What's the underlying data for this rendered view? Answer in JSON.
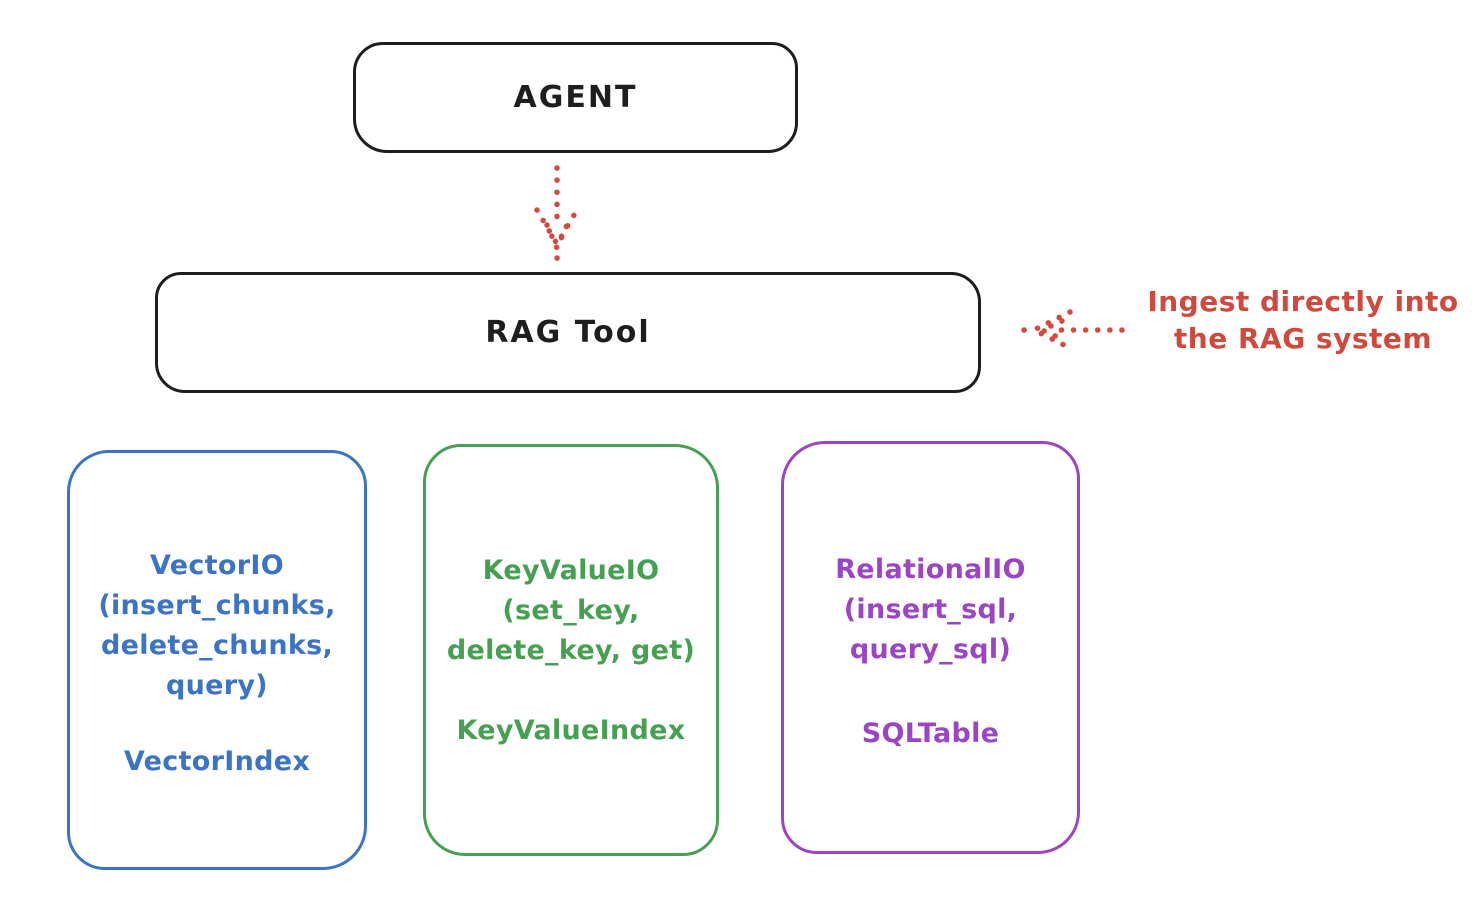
{
  "diagram": {
    "background": "#ffffff",
    "ink_color": "#1e1e1e",
    "accent_red": "#cf4a3d",
    "agent": {
      "label": "AGENT"
    },
    "rag_tool": {
      "label": "RAG Tool"
    },
    "annotation": {
      "lines": [
        "Ingest directly into",
        "the RAG system"
      ],
      "color": "#cf4a3d"
    },
    "arrows": [
      {
        "name": "agent-to-rag-tool",
        "style": "dotted",
        "direction": "down",
        "color": "#d24b3e"
      },
      {
        "name": "annotation-to-rag-tool",
        "style": "dotted",
        "direction": "left",
        "color": "#d24b3e"
      }
    ],
    "backends": [
      {
        "name": "vector-io",
        "color": "#3b74c4",
        "lines": [
          "VectorIO",
          "(insert_chunks,",
          "delete_chunks,",
          "query)"
        ],
        "index_label": "VectorIndex"
      },
      {
        "name": "keyvalue-io",
        "color": "#46a052",
        "lines": [
          "KeyValueIO",
          "(set_key,",
          "delete_key, get)"
        ],
        "index_label": "KeyValueIndex"
      },
      {
        "name": "relational-io",
        "color": "#9b44c4",
        "lines": [
          "RelationalIO",
          "(insert_sql,",
          "query_sql)"
        ],
        "index_label": "SQLTable"
      }
    ]
  }
}
